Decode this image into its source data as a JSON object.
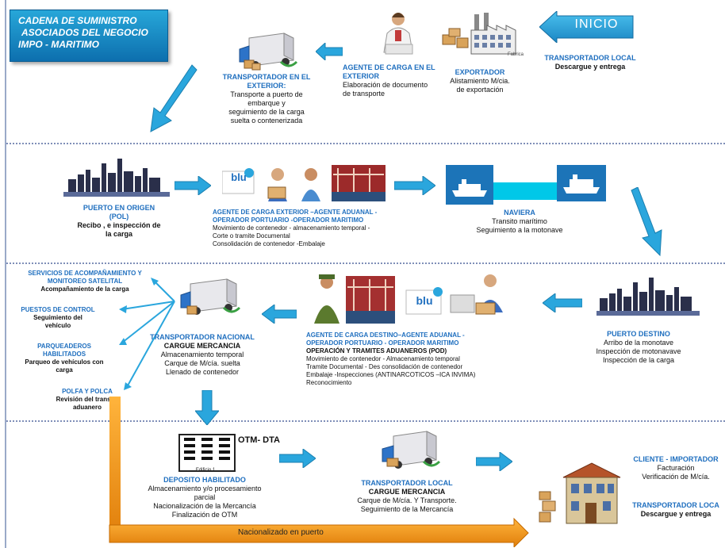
{
  "title": {
    "line1": "CADENA DE SUMINISTRO",
    "line2": "ASOCIADOS DEL NEGOCIO",
    "line3": "IMPO - MARITIMO"
  },
  "inicio_label": "INICIO",
  "row1": {
    "transportador_local": {
      "title": "TRANSPORTADOR LOCAL",
      "lines": [
        "Descargue y entrega"
      ]
    },
    "exportador": {
      "title": "EXPORTADOR",
      "lines": [
        "Alistamiento  M/cia.",
        "de exportación"
      ],
      "factory_label": "Fabrica"
    },
    "agente_carga_exterior": {
      "title_lines": [
        "AGENTE DE CARGA  EN EL",
        "EXTERIOR"
      ],
      "lines": [
        "Elaboración de documento",
        "de transporte"
      ]
    },
    "transportador_exterior": {
      "title_lines": [
        "TRANSPORTADOR EN EL",
        "EXTERIOR:"
      ],
      "lines": [
        "Transporte a puerto de",
        "embarque  y",
        "seguimiento de la carga",
        "suelta o contenerizada"
      ]
    }
  },
  "row2": {
    "puerto_origen": {
      "title_lines": [
        "PUERTO EN ORIGEN",
        "(POL)"
      ],
      "lines": [
        "Recibo , e inspección de",
        "la carga"
      ]
    },
    "agentes": {
      "blu_label": "blu",
      "title_lines": [
        "AGENTE DE CARGA EXTERIOR –AGENTE ADUANAL -",
        "OPERADOR PORTUARIO -OPERADOR MARITIMO"
      ],
      "lines": [
        "Movimiento de contenedor - almacenamiento temporal -",
        "Corte o tramite Documental",
        "Consolidación de contenedor -Embalaje"
      ]
    },
    "naviera": {
      "title": "NAVIERA",
      "lines": [
        "Transito marítimo",
        "Seguimiento a la motonave"
      ]
    }
  },
  "row3": {
    "servicios": [
      {
        "title_lines": [
          "SERVICIOS DE ACOMPAÑAMIENTO Y",
          "MONITOREO SATELITAL"
        ],
        "lines": [
          "Acompañamiento de la carga"
        ]
      },
      {
        "title_lines": [
          "PUESTOS DE CONTROL"
        ],
        "lines": [
          "Seguimiento del",
          "vehículo"
        ]
      },
      {
        "title_lines": [
          "PARQUEADEROS",
          "HABILITADOS"
        ],
        "lines": [
          "Parqueo de vehículos con",
          "carga"
        ]
      },
      {
        "title_lines": [
          "POLFA Y POLCA"
        ],
        "lines": [
          "Revisión del transito",
          "aduanero"
        ]
      }
    ],
    "transportador_nacional": {
      "title": "TRANSPORTADOR  NACIONAL",
      "subtitle": "CARGUE MERCANCIA",
      "lines": [
        "Almacenamiento temporal",
        "Carque de M/cía. suelta",
        "Llenado de contenedor"
      ]
    },
    "agentes_destino": {
      "blu_label": "blu",
      "title_lines": [
        "AGENTE DE CARGA DESTINO–AGENTE ADUANAL -",
        "OPERADOR PORTUARIO  -  OPERADOR MARITIMO"
      ],
      "subtitle": "OPERACIÓN Y TRAMITES ADUANEROS (POD)",
      "lines": [
        "Movimiento de contenedor   -    Almacenamiento temporal",
        "Tramite Documental  -  Des consolidación de contenedor",
        "Embalaje  -Inspecciones (ANTINARCOTICOS –ICA INVIMA)",
        "Reconocimiento"
      ]
    },
    "puerto_destino": {
      "title": "PUERTO DESTINO",
      "lines": [
        "Arribo  de la monotave",
        "Inspección  de motonavave",
        "Inspección de la carga"
      ]
    }
  },
  "row4": {
    "deposito": {
      "otm_label": "OTM- DTA",
      "building_label": "Edificio 1",
      "title": "DEPOSITO HABILITADO",
      "lines": [
        "Almacenamiento y/o procesamiento",
        "parcial",
        "Nacionalización de la Mercancía",
        "Finalización de OTM"
      ]
    },
    "transportador_local": {
      "title": "TRANSPORTADOR  LOCAL",
      "subtitle": "CARGUE MERCANCIA",
      "lines": [
        "Carque de M/cía.  Y Transporte.",
        "Seguimiento de la Mercancía"
      ]
    },
    "cliente": {
      "title": "CLIENTE - IMPORTADOR",
      "lines": [
        "Facturación",
        "Verificación de M/cía."
      ]
    },
    "transportador_local_final": {
      "title": "TRANSPORTADOR  LOCA",
      "lines": [
        "Descargue y entrega"
      ]
    },
    "band_label": "Nacionalizado en puerto"
  },
  "colors": {
    "accent_blue": "#1f6fbf",
    "arrow_blue": "#2aa6dd",
    "title_box": "#1a8cc8",
    "band_orange": "#f39a1e"
  }
}
